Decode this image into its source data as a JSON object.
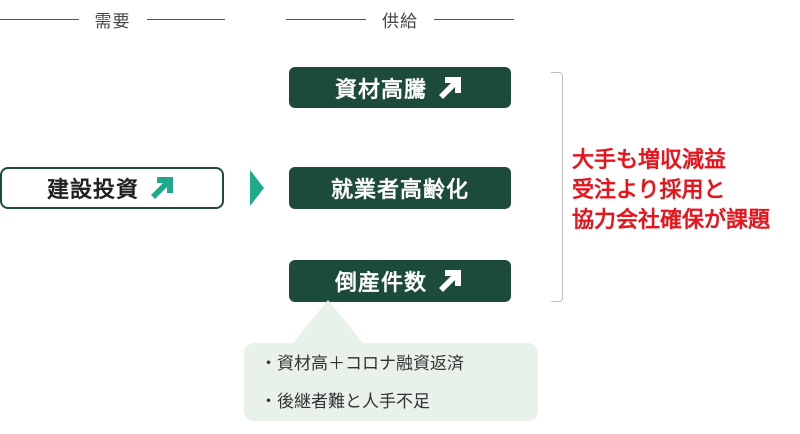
{
  "headers": {
    "demand": "需要",
    "supply": "供給"
  },
  "demand_box": {
    "label": "建設投資",
    "trend": "up-arrow"
  },
  "supply_boxes": [
    {
      "label": "資材高騰",
      "trend": "up-arrow"
    },
    {
      "label": "就業者高齢化",
      "trend": "none"
    },
    {
      "label": "倒産件数",
      "trend": "up-arrow"
    }
  ],
  "conclusion": {
    "lines": [
      "大手も増収減益",
      "受注より採用と",
      "協力会社確保が課題"
    ],
    "color": "#e8141c"
  },
  "callout": {
    "items": [
      "・資材高＋コロナ融資返済",
      "・後継者難と人手不足"
    ]
  },
  "colors": {
    "dark_green": "#1c4b3a",
    "accent_green": "#1fa98d",
    "callout_bg": "#e8f2ea"
  }
}
